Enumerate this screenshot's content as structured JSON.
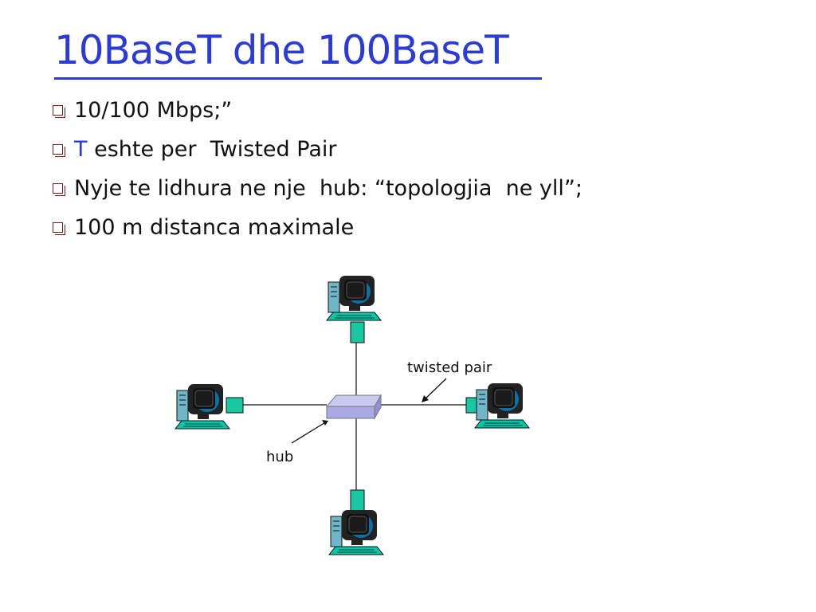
{
  "slide": {
    "title": "10BaseT dhe 100BaseT",
    "bullets": [
      {
        "prefix": "",
        "accent": "",
        "text": "10/100 Mbps;”"
      },
      {
        "prefix": "",
        "accent": "T",
        "text": " eshte per  Twisted Pair"
      },
      {
        "prefix": "",
        "accent": "",
        "text": "Nyje te lidhura ne nje  hub: “topologjia  ne yll”;"
      },
      {
        "prefix": "",
        "accent": "",
        "text": "100 m distanca maximale"
      }
    ],
    "icons": {
      "bullet": "square-bullet-icon",
      "computer": "desktop-computer-icon",
      "hub": "network-hub-icon",
      "connector": "rj45-connector-icon"
    }
  },
  "diagram": {
    "labels": {
      "twisted_pair": "twisted pair",
      "hub": "hub"
    },
    "colors": {
      "hub": "#a9a9e6",
      "connector": "#19c8a0",
      "monitor": "#222222",
      "screen": "#0b6fa8",
      "base": "#00c8a8",
      "accent": "#2b3bd6"
    }
  }
}
